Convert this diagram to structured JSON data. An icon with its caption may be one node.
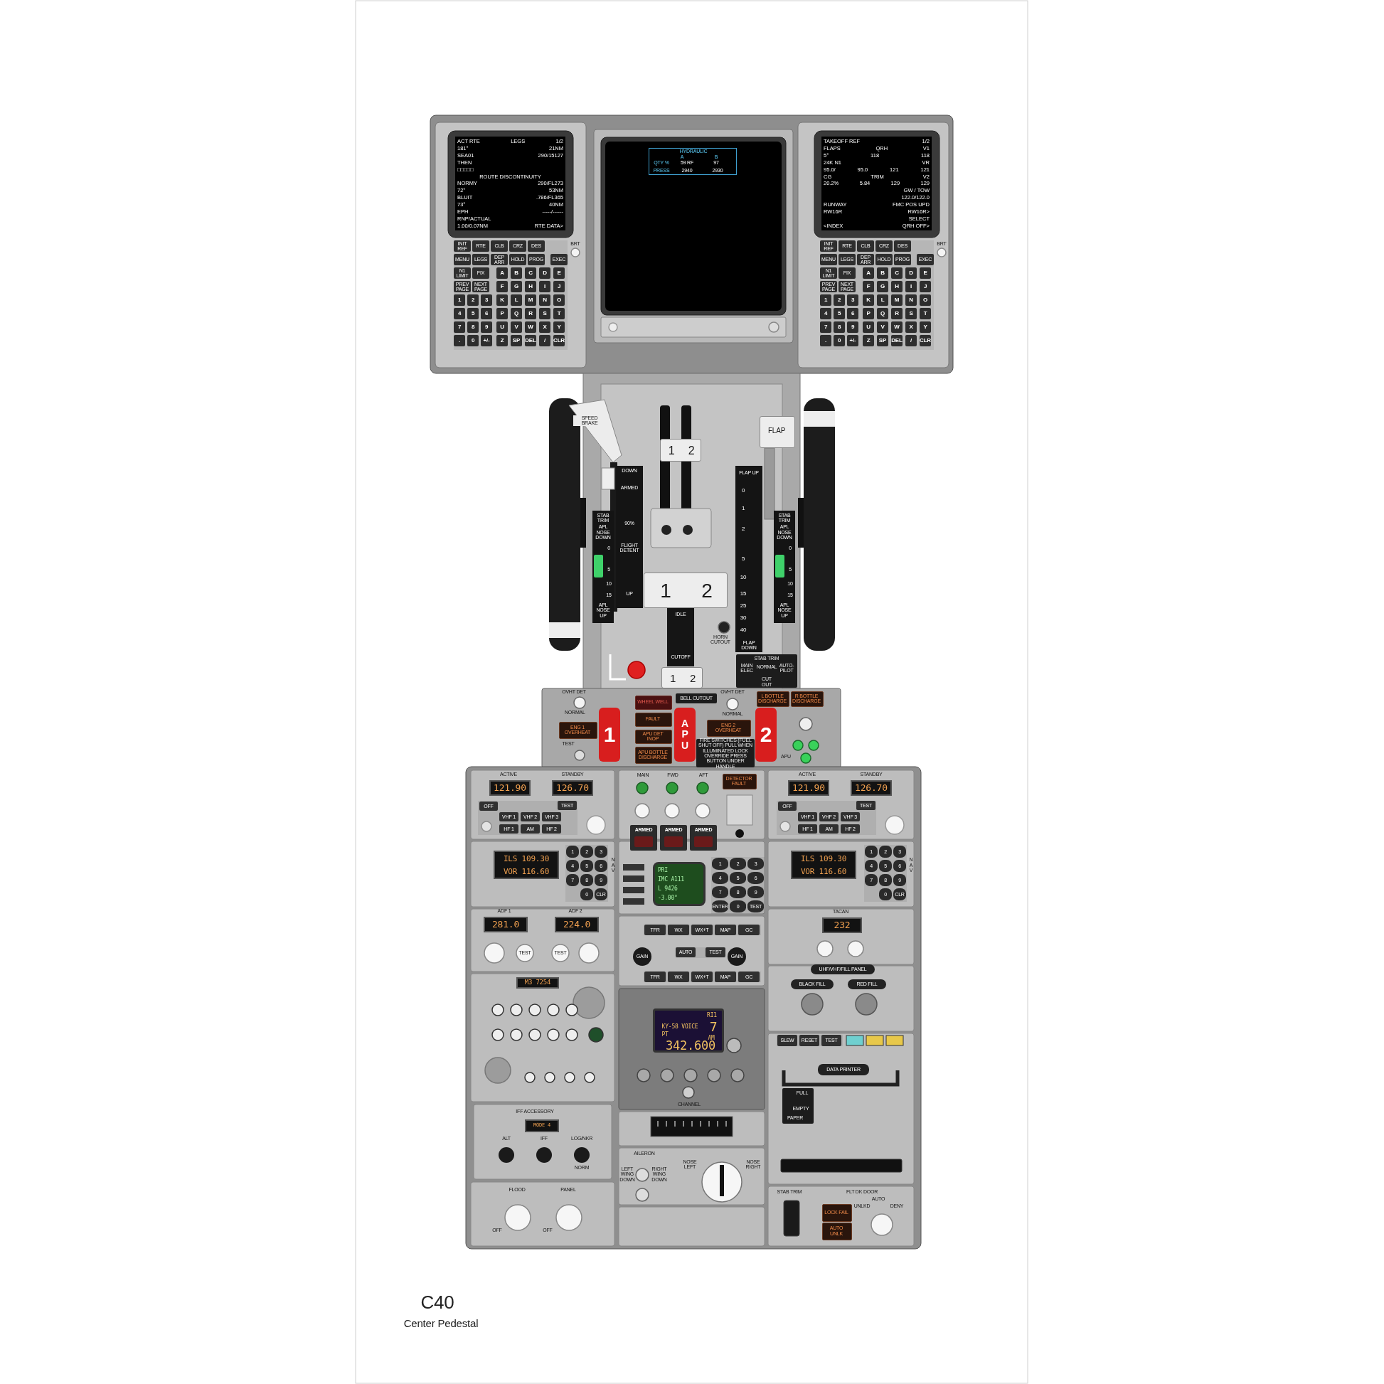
{
  "diagram": {
    "title": "C40",
    "caption": "Center Pedestal",
    "nodes": [
      {
        "text": [
          "ACT RTE",
          "LEGS",
          "1/2",
          "181°",
          "21NM",
          "SEA01",
          "290/15127",
          "THEN",
          "□□□□□",
          "ROUTE DISCONTINUITY",
          "NORMY",
          "290/FL273",
          "72°",
          "53NM",
          "BLUIT",
          ".786/FL365",
          "73°",
          "40NM",
          "EPH",
          "-----/------",
          "RNP/ACTUAL",
          "1.00/0.07NM",
          "RTE DATA>"
        ]
      },
      {
        "text": [
          "HYDRAULIC",
          "A",
          "B",
          "QTY %",
          "59 RF",
          "97",
          "PRESS",
          "2940",
          "2930"
        ]
      },
      {
        "text": [
          "TAKEOFF REF",
          "1/2",
          "FLAPS",
          "QRH",
          "V1",
          "5°",
          "118",
          "118",
          "24K N1",
          "VR",
          "95.0/",
          "95.0",
          "121",
          "121",
          "CG",
          "TRIM",
          "V2",
          "20.2%",
          "5.84",
          "129",
          "129",
          "GW / TOW",
          "122.0/122.0",
          "RUNWAY",
          "FMC POS UPD",
          "RW16R",
          "RW16R>",
          "SELECT",
          "<INDEX",
          "QRH OFF>"
        ]
      },
      {
        "text": [
          "INIT REF",
          "RTE",
          "CLB",
          "CRZ",
          "DES",
          "MENU",
          "LEGS",
          "DEP ARR",
          "HOLD",
          "PROG",
          "EXEC",
          "N1 LIMIT",
          "FIX",
          "A",
          "B",
          "C",
          "D",
          "E",
          "PREV PAGE",
          "NEXT PAGE",
          "F",
          "G",
          "H",
          "I",
          "J",
          "1",
          "2",
          "3",
          "K",
          "L",
          "M",
          "N",
          "O",
          "4",
          "5",
          "6",
          "P",
          "Q",
          "R",
          "S",
          "T",
          "7",
          "8",
          "9",
          "U",
          "V",
          "W",
          "X",
          "Y",
          ".",
          "0",
          "+/-",
          "Z",
          "SP",
          "DEL",
          "/",
          "CLR"
        ]
      },
      {
        "text": [
          "INIT REF",
          "RTE",
          "CLB",
          "CRZ",
          "DES",
          "MENU",
          "LEGS",
          "DEP ARR",
          "HOLD",
          "PROG",
          "EXEC",
          "N1 LIMIT",
          "FIX",
          "A",
          "B",
          "C",
          "D",
          "E",
          "PREV PAGE",
          "NEXT PAGE",
          "F",
          "G",
          "H",
          "I",
          "J",
          "1",
          "2",
          "3",
          "K",
          "L",
          "M",
          "N",
          "O",
          "4",
          "5",
          "6",
          "P",
          "Q",
          "R",
          "S",
          "T",
          "7",
          "8",
          "9",
          "U",
          "V",
          "W",
          "X",
          "Y",
          ".",
          "0",
          "+/-",
          "Z",
          "SP",
          "DEL",
          "/",
          "CLR"
        ]
      },
      {
        "text": [
          "1",
          "2"
        ]
      },
      {
        "text": [
          "FLAP"
        ]
      },
      {
        "text": [
          "1",
          "2"
        ]
      },
      {
        "text": [
          "1",
          "2"
        ]
      },
      {
        "text": [
          "DOWN",
          "ARMED",
          "90%",
          "FLIGHT DETENT",
          "UP"
        ]
      },
      {
        "text": [
          "FLAP UP",
          "0",
          "1",
          "2",
          "5",
          "10",
          "15",
          "25",
          "30",
          "40",
          "FLAP DOWN"
        ]
      },
      {
        "text": [
          "STAB TRIM",
          "APL NOSE DOWN",
          "0",
          "5",
          "10",
          "15",
          "APL NOSE UP"
        ]
      },
      {
        "text": [
          "STAB TRIM",
          "APL NOSE DOWN",
          "0",
          "5",
          "10",
          "15",
          "APL NOSE UP"
        ]
      },
      {
        "text": [
          "STAB TRIM",
          "MAIN ELEC",
          "NORMAL",
          "AUTO-PILOT",
          "CUT OUT"
        ]
      },
      {
        "text": [
          "ENG 1 OVERHEAT"
        ]
      },
      {
        "text": [
          "1"
        ]
      },
      {
        "text": [
          "WHEEL WELL"
        ]
      },
      {
        "text": [
          "FAULT"
        ]
      },
      {
        "text": [
          "APU DET INOP"
        ]
      },
      {
        "text": [
          "APU BOTTLE DISCHARGE"
        ]
      },
      {
        "text": [
          "BELL CUTOUT"
        ]
      },
      {
        "text": [
          "APU"
        ]
      },
      {
        "text": [
          "ENG 2 OVERHEAT"
        ]
      },
      {
        "text": [
          "FIRE SWITCHES (FUEL SHUT OFF) PULL WHEN ILLUMINATED LOCK OVERRIDE PRESS BUTTON UNDER HANDLE"
        ]
      },
      {
        "text": [
          "2"
        ]
      },
      {
        "text": [
          "L BOTTLE DISCHARGE"
        ]
      },
      {
        "text": [
          "R BOTTLE DISCHARGE"
        ]
      },
      {
        "text": [
          "121.90"
        ]
      },
      {
        "text": [
          "126.70"
        ]
      },
      {
        "text": [
          "121.90"
        ]
      },
      {
        "text": [
          "126.70"
        ]
      },
      {
        "text": [
          "ILS 109.30",
          "VOR 116.60"
        ]
      },
      {
        "text": [
          "ILS 109.30",
          "VOR 116.60"
        ]
      },
      {
        "text": [
          "281.0"
        ]
      },
      {
        "text": [
          "224.0"
        ]
      },
      {
        "text": [
          "M3 7254"
        ]
      },
      {
        "text": [
          "MODE 4"
        ]
      },
      {
        "text": [
          "DETECTOR FAULT"
        ]
      },
      {
        "text": [
          "ARMED"
        ]
      },
      {
        "text": [
          "ARMED"
        ]
      },
      {
        "text": [
          "ARMED"
        ]
      },
      {
        "text": [
          "PRI",
          "IMC A111",
          "L 9426",
          "-3.00°"
        ]
      },
      {
        "text": [
          "RI1",
          "KY-58 VOICE",
          "7",
          "PT",
          "AM",
          "342.600"
        ]
      },
      {
        "text": [
          "232"
        ]
      },
      {
        "text": [
          "UHF/VHF/FILL PANEL"
        ]
      },
      {
        "text": [
          "BLACK FILL"
        ]
      },
      {
        "text": [
          "RED FILL"
        ]
      },
      {
        "text": [
          "DATA PRINTER"
        ]
      },
      {
        "text": [
          "FULL",
          "EMPTY",
          "PAPER"
        ]
      },
      {
        "text": [
          "LOCK FAIL"
        ]
      },
      {
        "text": [
          "AUTO UNLK"
        ]
      },
      {
        "text": [
          "SLEW",
          "RESET",
          "TEST"
        ]
      },
      {
        "text": [
          "1",
          "2",
          "3",
          "4",
          "5",
          "6",
          "7",
          "8",
          "9",
          "ENTER",
          "0",
          "TEST"
        ]
      },
      {
        "text": [
          "1",
          "2",
          "3",
          "4",
          "5",
          "6",
          "7",
          "8",
          "9",
          "0",
          "CLR"
        ]
      },
      {
        "text": [
          "1",
          "2",
          "3",
          "4",
          "5",
          "6",
          "7",
          "8",
          "9",
          "0",
          "CLR"
        ]
      },
      {
        "text": [
          "TFR",
          "WX",
          "WX+T",
          "MAP",
          "GC"
        ]
      },
      {
        "text": [
          "TFR",
          "WX",
          "WX+T",
          "MAP",
          "GC"
        ]
      },
      {
        "text": [
          "AUTO",
          "TEST"
        ]
      },
      {
        "text": [
          "OFF",
          "VHF 1",
          "VHF 2",
          "VHF 3",
          "HF 1",
          "AM",
          "HF 2",
          "TEST"
        ]
      },
      {
        "text": [
          "OFF",
          "VHF 1",
          "VHF 2",
          "VHF 3",
          "HF 1",
          "AM",
          "HF 2",
          "TEST"
        ]
      }
    ],
    "labels": [
      "BRT",
      "BRT",
      "SPEED BRAKE",
      "IDLE",
      "CUTOFF",
      "HORN CUTOUT",
      "OVHT DET",
      "NORMAL",
      "TEST",
      "OVHT DET",
      "NORMAL",
      "APU",
      "ACTIVE",
      "STANDBY",
      "ACTIVE",
      "STANDBY",
      "NAV",
      "NAV",
      "MAIN",
      "FWD",
      "AFT",
      "ADF 1",
      "ADF 2",
      "TEST",
      "TEST",
      "GAIN",
      "GAIN",
      "TACAN",
      "IFF ACCESSORY",
      "ALT",
      "IFF",
      "LOG/NKR",
      "NORM",
      "FLOOD",
      "PANEL",
      "OFF",
      "OFF",
      "CHANNEL",
      "AILERON",
      "LEFT WING DOWN",
      "RIGHT WING DOWN",
      "NOSE LEFT",
      "NOSE RIGHT",
      "STAB TRIM",
      "FLT DK DOOR",
      "UNLKD",
      "AUTO",
      "DENY"
    ]
  }
}
